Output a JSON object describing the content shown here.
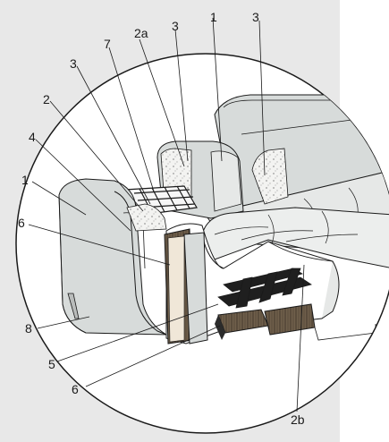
{
  "colors": {
    "panel": "#e8e8e8",
    "white": "#ffffff",
    "fabric_dark": "#c9cdcc",
    "fabric_mid": "#d7dbda",
    "fabric_light": "#e6e8e7",
    "foam": "#f3f3f1",
    "wood_dark": "#2b2b2b",
    "wood_light": "#7a6a55",
    "line": "#1a1a1a"
  },
  "callouts": {
    "c1_left": "1",
    "c1_top": "1",
    "c2": "2",
    "c2a": "2a",
    "c2b": "2b",
    "c3_left": "3",
    "c3_top": "3",
    "c3_right": "3",
    "c4": "4",
    "c5": "5",
    "c6_upper": "6",
    "c6_lower": "6",
    "c7": "7",
    "c8": "8"
  }
}
